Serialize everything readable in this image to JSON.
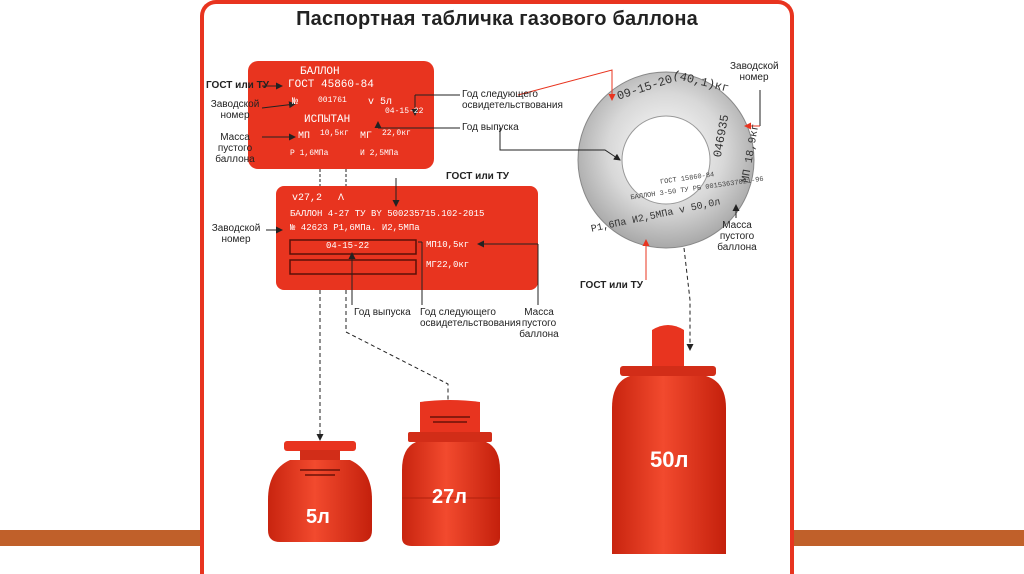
{
  "title": "Паспортная табличка газового баллона",
  "plate_small": {
    "line1": "БАЛЛОН",
    "line2": "ГОСТ 45860-84",
    "no_sign": "№",
    "serial": "001761",
    "volume": "v 5л",
    "tested": "ИСПЫТАН",
    "date": "04-15-22",
    "mp": "МП",
    "mp_val": "10,5кг",
    "mg": "МГ",
    "mg_val": "22,0кг",
    "p": "Р 1,6МПа",
    "i": "И 2,5МПа"
  },
  "plate_large": {
    "line1": "v27,2",
    "line1b": "Λ",
    "line2": "БАЛЛОН    4-27 ТУ BY  500235715.102-2015",
    "line3": "№ 42623   Р1,6МПа.      И2,5МПа",
    "date": "04-15-22",
    "mp": "МП10,5кг",
    "mg": "МГ22,0кг"
  },
  "ring": {
    "top": "09-15-20",
    "top2": "(40,1)кг",
    "right": "046935",
    "right2": "МП 18,9кг",
    "bottom": "Р1,6Па  И2,5МПа  v 50,0л",
    "inner1": "БАЛЛОН 3-50 ТУ РБ 00153637021-96",
    "inner2": "ГОСТ 15860-84"
  },
  "labels": {
    "gost1": "ГОСТ или ТУ",
    "serial1": "Заводской номер",
    "mass1": "Массa пустого баллона",
    "next1": "Год следующего освидетельствования",
    "year1": "Год выпуска",
    "gost2": "ГОСТ или ТУ",
    "serial2": "Заводской номер",
    "year2": "Год выпуска",
    "next2": "Год следующего освидетельствования",
    "mass2": "Масса пустого баллона",
    "serial3": "Заводской номер",
    "mass3": "Масса пустого баллона",
    "gost3": "ГОСТ или ТУ"
  },
  "cylinders": {
    "c5": "5л",
    "c27": "27л",
    "c50": "50л"
  },
  "colors": {
    "red": "#e8341f",
    "stripe": "#c0602a"
  }
}
